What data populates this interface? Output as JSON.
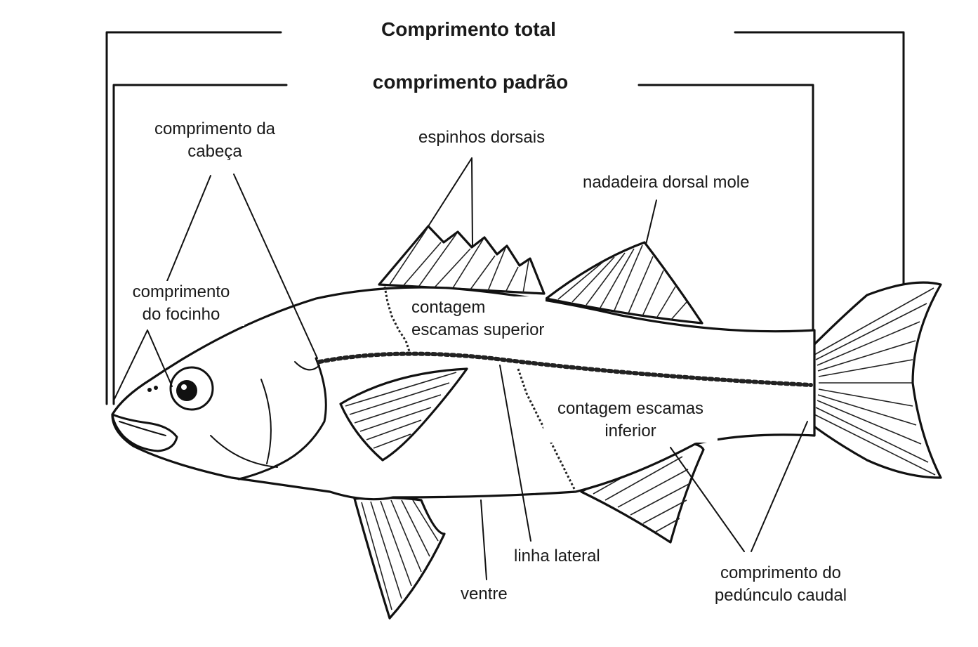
{
  "labels": {
    "total_length": "Comprimento total",
    "standard_length": "comprimento  padrão",
    "head_length_1": "comprimento da",
    "head_length_2": "cabeça",
    "snout_length_1": "comprimento",
    "snout_length_2": "do focinho",
    "dorsal_spines": "espinhos dorsais",
    "soft_dorsal_fin": "nadadeira dorsal mole",
    "upper_scale_count_1": "contagem",
    "upper_scale_count_2": "escamas superior",
    "lower_scale_count_1": "contagem escamas",
    "lower_scale_count_2": "inferior",
    "lateral_line": "linha lateral",
    "belly": "ventre",
    "caudal_peduncle_1": "comprimento do",
    "caudal_peduncle_2": "pedúnculo caudal"
  }
}
